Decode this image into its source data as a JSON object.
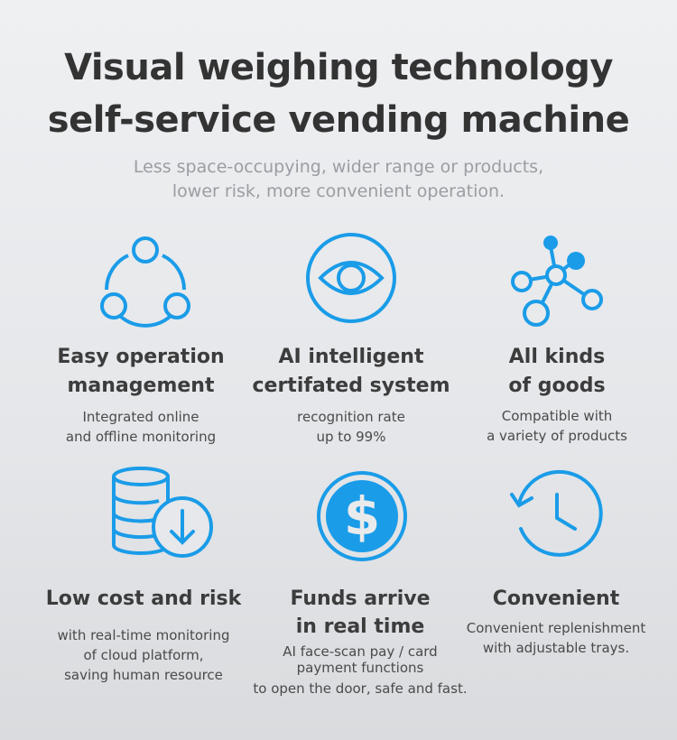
{
  "header": {
    "title_line1": "Visual weighing technology",
    "title_line2": "self-service vending machine",
    "subtitle_line1": "Less space-occupying, wider range or products,",
    "subtitle_line2": "lower risk, more convenient operation."
  },
  "accent_color": "#1a9ce8",
  "features": [
    {
      "icon": "cycle-nodes-icon",
      "title_lines": [
        "Easy operation",
        "management"
      ],
      "desc_lines": [
        "Integrated online",
        "and offline monitoring"
      ]
    },
    {
      "icon": "eye-icon",
      "title_lines": [
        "AI intelligent",
        "certifated system"
      ],
      "desc_lines": [
        "recognition rate",
        "up to 99%"
      ]
    },
    {
      "icon": "network-nodes-icon",
      "title_lines": [
        "All kinds",
        "of goods"
      ],
      "desc_lines": [
        "Compatible with",
        "a variety of products"
      ]
    },
    {
      "icon": "database-download-icon",
      "title_lines": [
        "Low cost and risk"
      ],
      "desc_lines": [
        "with real-time monitoring",
        "of cloud platform,",
        "saving human resource"
      ]
    },
    {
      "icon": "dollar-coin-icon",
      "title_lines": [
        "Funds arrive",
        "in real time"
      ],
      "desc_lines": [
        "AI face-scan pay / card",
        "payment functions",
        "to open the door, safe and fast."
      ]
    },
    {
      "icon": "clock-history-icon",
      "title_lines": [
        "Convenient"
      ],
      "desc_lines": [
        "Convenient replenishment",
        "with adjustable trays."
      ]
    }
  ]
}
